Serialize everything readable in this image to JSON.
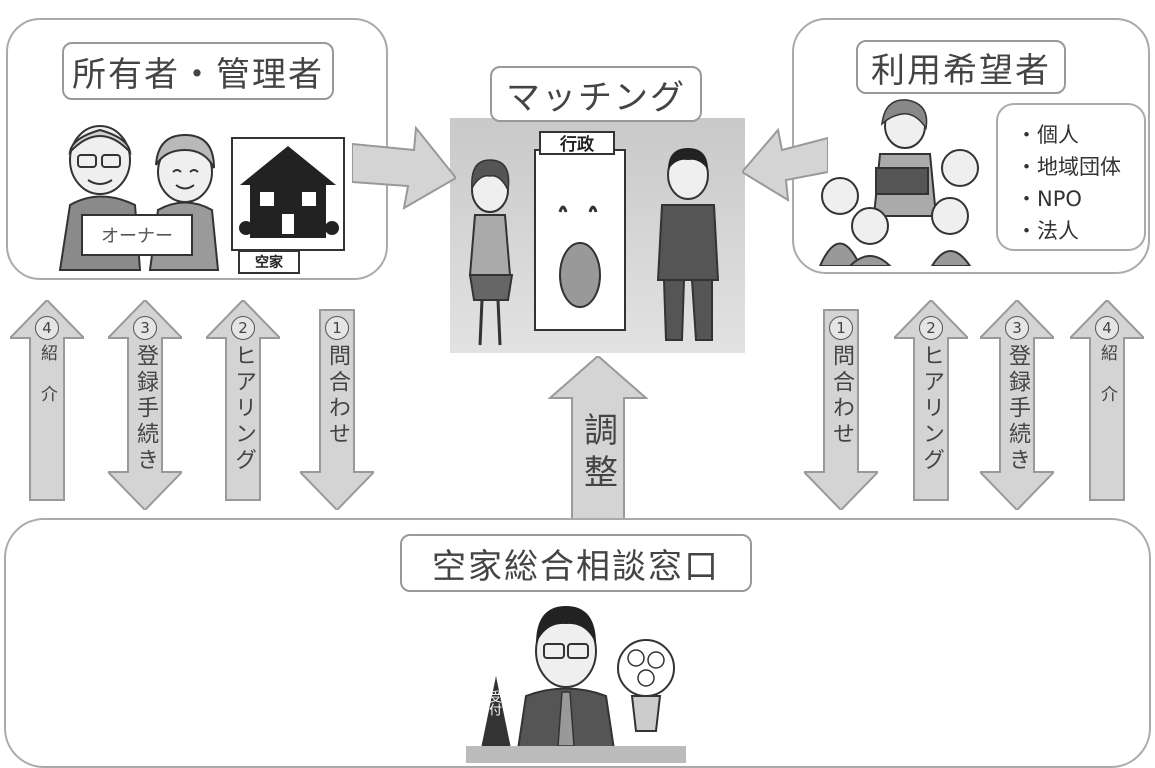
{
  "owners": {
    "title": "所有者・管理者",
    "sign_owner": "オーナー",
    "sign_vacant": "空家"
  },
  "matching": {
    "title": "マッチング",
    "building_sign": "行政"
  },
  "users": {
    "title": "利用希望者",
    "list": [
      "・個人",
      "・地域団体",
      "・NPO",
      "・法人"
    ]
  },
  "left_arrows": [
    {
      "num": "4",
      "text": "紹介",
      "direction": "up"
    },
    {
      "num": "3",
      "text": "登録手続き",
      "direction": "both"
    },
    {
      "num": "2",
      "text": "ヒアリング",
      "direction": "up"
    },
    {
      "num": "1",
      "text": "問合わせ",
      "direction": "down"
    }
  ],
  "right_arrows": [
    {
      "num": "1",
      "text": "問合わせ",
      "direction": "down"
    },
    {
      "num": "2",
      "text": "ヒアリング",
      "direction": "up"
    },
    {
      "num": "3",
      "text": "登録手続き",
      "direction": "both"
    },
    {
      "num": "4",
      "text": "紹介",
      "direction": "up"
    }
  ],
  "center_arrow": {
    "text": "調整",
    "direction": "up"
  },
  "consultation": {
    "title": "空家総合相談窓口",
    "desk_sign": "受付"
  },
  "colors": {
    "arrow_fill": "#d4d4d4",
    "arrow_stroke": "#999999",
    "panel_border": "#aaaaaa"
  }
}
